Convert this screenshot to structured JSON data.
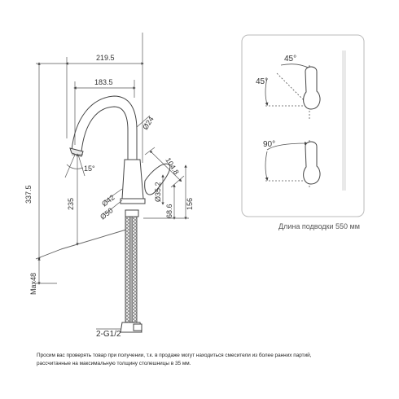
{
  "dimensions": {
    "overall_reach": "219.5",
    "spout_reach": "183.5",
    "spout_diameter": "Ø24",
    "handle_depth": "104.8",
    "spout_tilt": "15°",
    "total_height": "337.5",
    "spout_height": "235",
    "body_diameter_upper": "Ø42",
    "body_diameter_lower": "Ø50",
    "base_diameter": "Ø35.2",
    "handle_height": "68.6",
    "body_height": "156",
    "countertop_max": "Max48",
    "connection": "2-G1/2"
  },
  "handle_panel": {
    "angle_top": "45°",
    "angle_left": "45°",
    "angle_lower": "90°",
    "hose_length_caption": "Длина подводки 550 мм"
  },
  "note": {
    "line1": "Просим вас проверять товар при получении, т.к. в продаже могут находиться смесители из более ранних партий,",
    "line2": "рассчитанные на максимальную толщину столешницы в 35 мм."
  }
}
